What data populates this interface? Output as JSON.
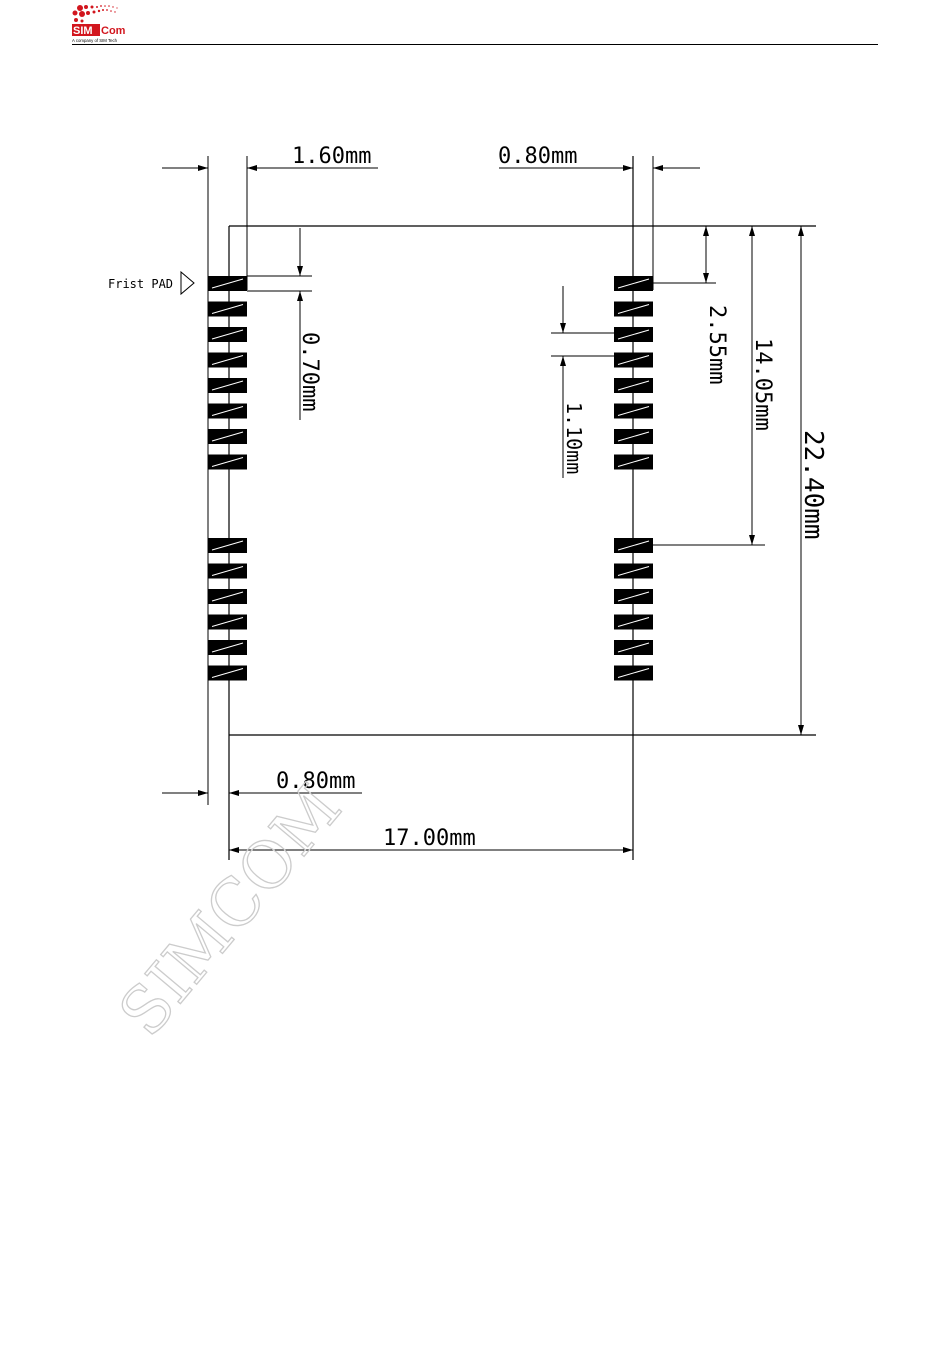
{
  "header": {
    "logo_text_sim": "SIM",
    "logo_text_com": "Com",
    "logo_tagline": "A company of SIM Tech",
    "brand_color": "#d2161e"
  },
  "drawing": {
    "first_pad_label": "Frist PAD",
    "pad_width_label": "1.60mm",
    "pad_length_label": "0.80mm",
    "pad_height_label": "0.70mm",
    "pad_pitch_label": "1.10mm",
    "first_pad_offset_label": "2.55mm",
    "group_offset_label": "14.05mm",
    "module_height_label": "22.40mm",
    "edge_offset_label": "0.80mm",
    "module_width_label": "17.00mm",
    "pads_per_side_top_group": 8,
    "pads_per_side_bottom_group": 6
  },
  "watermark": "SIMCOM"
}
